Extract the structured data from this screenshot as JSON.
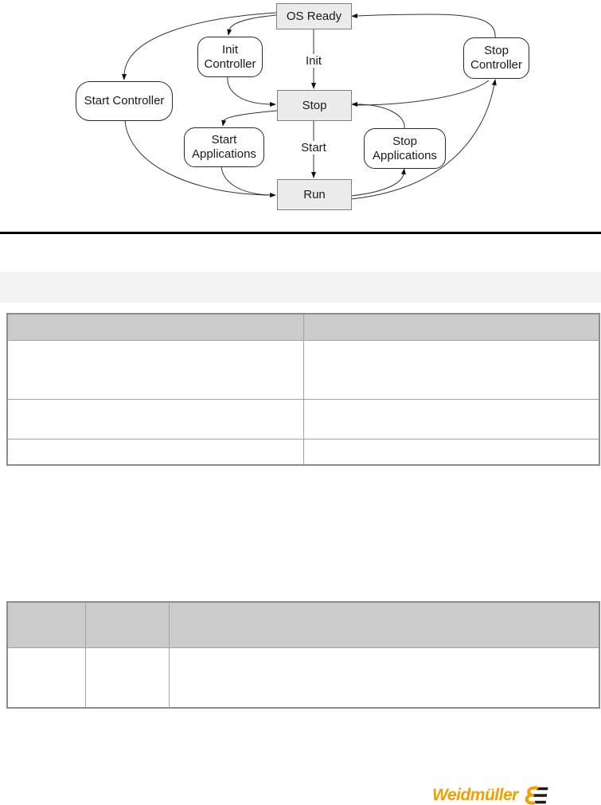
{
  "diagram": {
    "nodes": {
      "os_ready": {
        "label": "OS Ready"
      },
      "stop": {
        "label": "Stop"
      },
      "run": {
        "label": "Run"
      },
      "init_controller": {
        "label": "Init Controller"
      },
      "stop_controller": {
        "label": "Stop Controller"
      },
      "start_controller": {
        "label": "Start Controller"
      },
      "start_applications": {
        "label": "Start Applications"
      },
      "stop_applications": {
        "label": "Stop Applications"
      }
    },
    "edge_labels": {
      "init": "Init",
      "start": "Start"
    },
    "colors": {
      "state_fill": "#ebebeb",
      "action_fill": "#ffffff",
      "line": "#333333"
    }
  },
  "section_band": {
    "text": ""
  },
  "table1": {
    "headers": [
      "",
      ""
    ],
    "rows": [
      [
        "",
        ""
      ],
      [
        "",
        ""
      ],
      [
        "",
        ""
      ]
    ],
    "header_fill": "#cbcbcb"
  },
  "table2": {
    "headers": [
      "",
      "",
      ""
    ],
    "rows": [
      [
        "",
        "",
        ""
      ]
    ],
    "header_fill": "#cbcbcb"
  },
  "footer": {
    "logo_text": "Weidmüller",
    "logo_color": "#F49E00"
  }
}
